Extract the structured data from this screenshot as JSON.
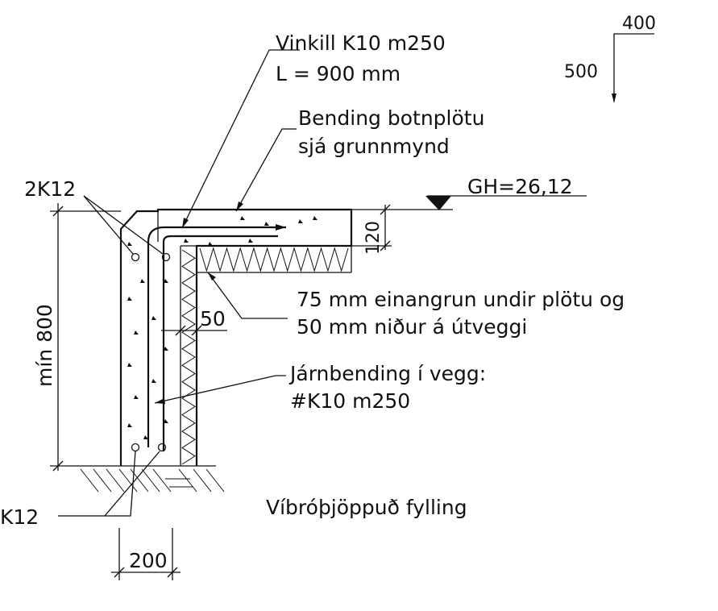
{
  "labels": {
    "vinkill_line1": "Vinkill K10 m250",
    "vinkill_line2": "L = 900 mm",
    "bending_line1": "Bending botnplötu",
    "bending_line2": "sjá grunnmynd",
    "top_bars": "2K12",
    "bottom_bars": "K12",
    "level": "GH=26,12",
    "slab_thickness": "120",
    "insulation_line1": "75 mm einangrun undir plötu og",
    "insulation_line2": "50 mm niður á útveggi",
    "insulation_width": "50",
    "wall_rebar_line1": "Járnbending í vegg:",
    "wall_rebar_line2": "#K10 m250",
    "min_height": "mín 800",
    "wall_width": "200",
    "fill": "Víbróþjöppuð fylling",
    "bend_dim_h": "400",
    "bend_dim_v": "500"
  },
  "colors": {
    "ink": "#111111",
    "background": "#ffffff"
  }
}
